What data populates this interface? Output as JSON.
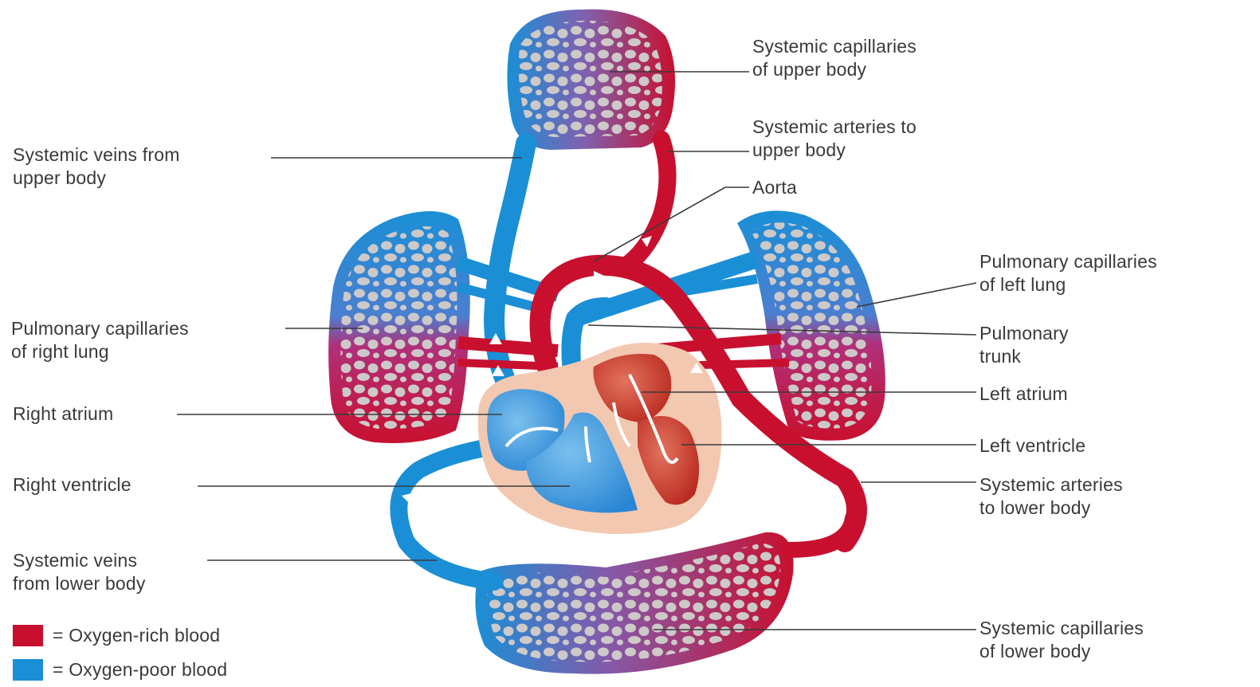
{
  "colors": {
    "oxygen_rich": "#c8102e",
    "oxygen_poor": "#1a8fd6",
    "capillary_mix": "#8b5aa8",
    "vessel_cells": "#c9c6c6",
    "heart_wall": "#f3c8b0",
    "heart_left": "#c2392b",
    "heart_right": "#2f8fd8",
    "text": "#3a3a3a"
  },
  "labels": {
    "sys_cap_upper": "Systemic capillaries\nof upper body",
    "sys_art_upper": "Systemic arteries to\nupper body",
    "aorta": "Aorta",
    "pul_cap_left": "Pulmonary capillaries\nof left lung",
    "pul_trunk": "Pulmonary\ntrunk",
    "left_atrium": "Left atrium",
    "left_ventricle": "Left ventricle",
    "sys_art_lower": "Systemic arteries\nto lower body",
    "sys_cap_lower": "Systemic capillaries\nof lower body",
    "sys_veins_upper": "Systemic veins from\nupper body",
    "pul_cap_right": "Pulmonary capillaries\nof right lung",
    "right_atrium": "Right atrium",
    "right_ventricle": "Right ventricle",
    "sys_veins_lower": "Systemic veins\nfrom lower body"
  },
  "legend": {
    "oxygen_rich": "= Oxygen-rich blood",
    "oxygen_poor": "= Oxygen-poor blood"
  }
}
